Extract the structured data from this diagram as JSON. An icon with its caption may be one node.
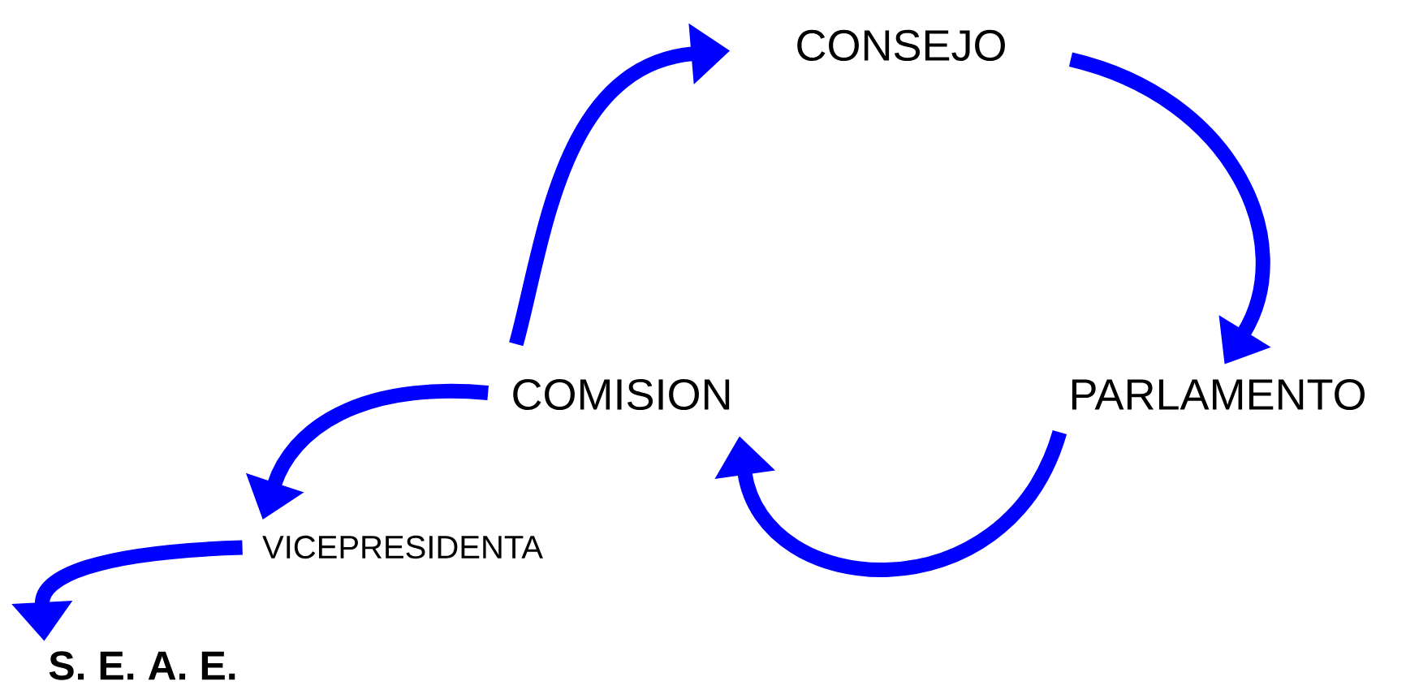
{
  "diagram": {
    "nodes": [
      {
        "text": [
          "CONSEJO"
        ]
      },
      {
        "text": [
          "PARLAMENTO"
        ]
      },
      {
        "text": [
          "COMISION"
        ]
      },
      {
        "text": [
          "VICEPRESIDENTA"
        ]
      },
      {
        "text": [
          "**S. E. A. E.**"
        ]
      }
    ],
    "edges": [
      {
        "from": 2,
        "to": 0,
        "arrow": "to"
      },
      {
        "from": 0,
        "to": 1,
        "arrow": "to"
      },
      {
        "from": 1,
        "to": 2,
        "arrow": "to"
      },
      {
        "from": 2,
        "to": 3,
        "arrow": "to"
      },
      {
        "from": 3,
        "to": 4,
        "arrow": "to"
      }
    ]
  }
}
